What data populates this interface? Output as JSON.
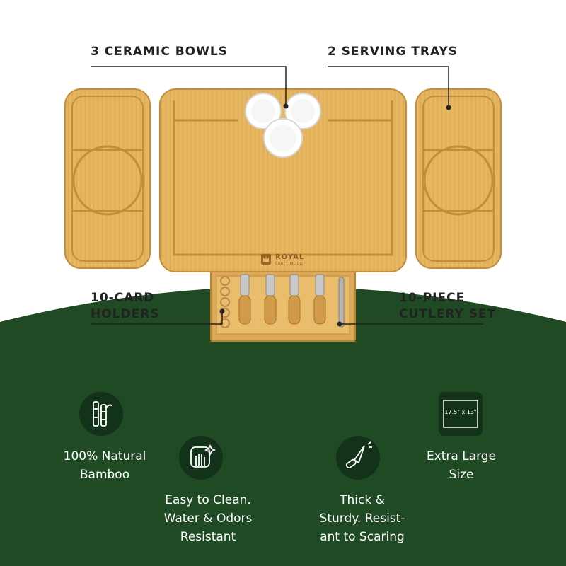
{
  "callouts": {
    "bowls": "3 CERAMIC BOWLS",
    "trays": "2 SERVING TRAYS",
    "card_holders": [
      "10-CARD",
      "HOLDERS"
    ],
    "cutlery": [
      "10-PIECE",
      "CUTLERY SET"
    ]
  },
  "brand": {
    "name": "ROYAL",
    "tagline": "CRAFT WOOD"
  },
  "features": [
    {
      "icon": "bamboo-icon",
      "lines": [
        "100% Natural",
        "Bamboo"
      ]
    },
    {
      "icon": "hand-wipe-icon",
      "lines": [
        "Easy to Clean.",
        "Water & Odors",
        "Resistant"
      ]
    },
    {
      "icon": "knife-icon",
      "lines": [
        "Thick &",
        "Sturdy. Resist-",
        "ant to Scaring"
      ]
    },
    {
      "icon": "size-icon",
      "lines": [
        "Extra Large",
        "Size"
      ],
      "badge_text": "17.5\" x 13\""
    }
  ],
  "colors": {
    "green": "#1f4a23",
    "wood": "#e2b25c",
    "wood_dark": "#c8923c",
    "wood_light": "#f0c878"
  }
}
